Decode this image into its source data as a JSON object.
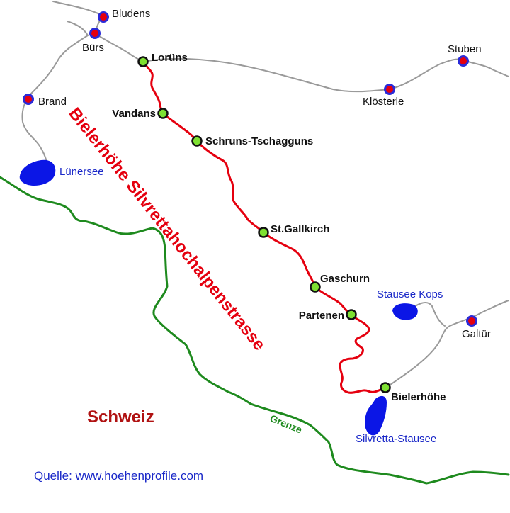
{
  "colors": {
    "background": "#ffffff",
    "route": "#e5000f",
    "road": "#9a9a9a",
    "border": "#1e8a1e",
    "water": "#0b16e6",
    "stop_fill": "#7ee031",
    "town_fill": "#e5000f",
    "town_ring": "#2a2ad8",
    "label_dark": "#111111",
    "label_water": "#1a28c8",
    "route_title": "#e5000f",
    "country": "#b01212",
    "border_label": "#1e8a1e",
    "source": "#1a28c8"
  },
  "route": {
    "title": "Bielerhöhe Silvrettahochalpenstrasse",
    "stops": [
      {
        "id": "loruns",
        "name": "Lorüns"
      },
      {
        "id": "vandans",
        "name": "Vandans"
      },
      {
        "id": "schruns",
        "name": "Schruns-Tschagguns"
      },
      {
        "id": "gallkirch",
        "name": "St.Gallkirch"
      },
      {
        "id": "gaschurn",
        "name": "Gaschurn"
      },
      {
        "id": "partenen",
        "name": "Partenen"
      },
      {
        "id": "bielerhoehe",
        "name": "Bielerhöhe"
      }
    ]
  },
  "towns": [
    {
      "id": "bludens",
      "name": "Bludens"
    },
    {
      "id": "buers",
      "name": "Bürs"
    },
    {
      "id": "brand",
      "name": "Brand"
    },
    {
      "id": "stuben",
      "name": "Stuben"
    },
    {
      "id": "klosterle",
      "name": "Klösterle"
    },
    {
      "id": "galtuer",
      "name": "Galtür"
    }
  ],
  "lakes": [
    {
      "id": "lunersee",
      "name": "Lünersee"
    },
    {
      "id": "kops",
      "name": "Stausee Kops"
    },
    {
      "id": "silvretta",
      "name": "Silvretta-Stausee"
    }
  ],
  "country_label": "Schweiz",
  "border_label": "Grenze",
  "source": "Quelle: www.hoehenprofile.com"
}
